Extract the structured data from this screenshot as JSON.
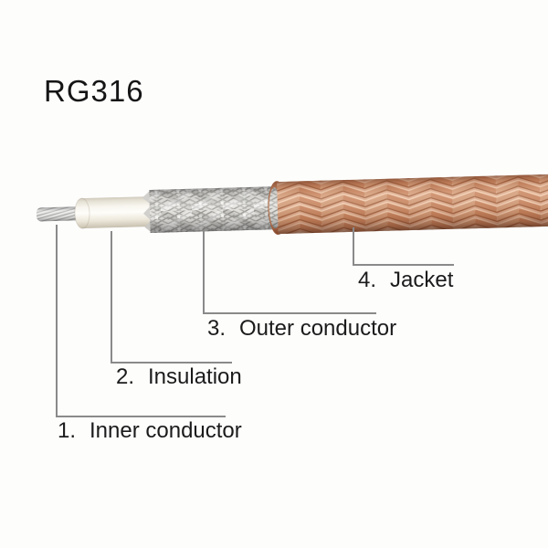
{
  "title": "RG316",
  "diagram": {
    "type": "labeled-diagram",
    "subject": "RG316 coaxial cable construction",
    "labels": [
      {
        "number": "1.",
        "name": "Inner conductor"
      },
      {
        "number": "2.",
        "name": "Insulation"
      },
      {
        "number": "3.",
        "name": "Outer conductor"
      },
      {
        "number": "4.",
        "name": "Jacket"
      }
    ],
    "colors": {
      "background": "#fdfdfc",
      "text": "#1b1b1b",
      "leader_line": "#8a8a8a",
      "jacket_copper": "#dcab8d",
      "jacket_copper_dark": "#a05f3a",
      "outer_conductor_silver": "#dfddd8",
      "insulation_white": "#fdfcf8",
      "inner_conductor_silver": "#d8d8d6"
    }
  }
}
